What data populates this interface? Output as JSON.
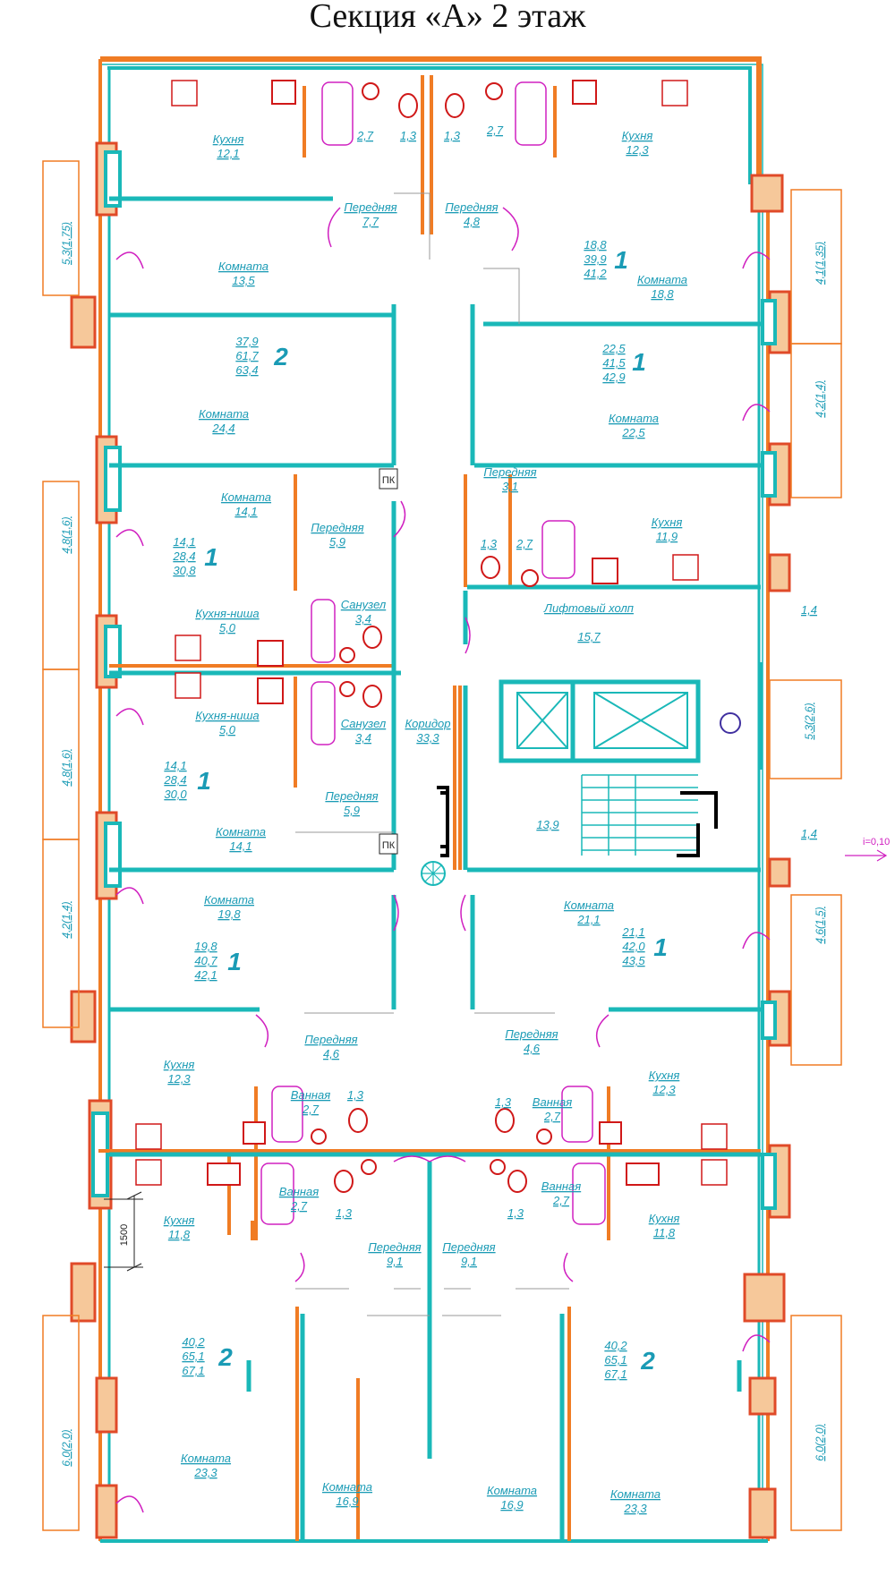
{
  "title": "Секция «А» 2 этаж",
  "rooms": [
    {
      "name": "Кухня",
      "area": "12,1"
    },
    {
      "name": "Кухня",
      "area": "12,3"
    },
    {
      "name": "Передняя",
      "area": "7,7"
    },
    {
      "name": "Передняя",
      "area": "4,8"
    },
    {
      "name": "Комната",
      "area": "13,5"
    },
    {
      "name": "Комната",
      "area": "18,8"
    },
    {
      "name": "Комната",
      "area": "24,4"
    },
    {
      "name": "Комната",
      "area": "22,5"
    },
    {
      "name": "Комната",
      "area": "14,1"
    },
    {
      "name": "Передняя",
      "area": "3,1"
    },
    {
      "name": "Передняя",
      "area": "5,9"
    },
    {
      "name": "Кухня",
      "area": "11,9"
    },
    {
      "name": "Санузел",
      "area": "3,4"
    },
    {
      "name": "Кухня-ниша",
      "area": "5,0"
    },
    {
      "name": "Лифтовый холп",
      "area": "15,7"
    },
    {
      "name": "Кухня-ниша",
      "area": "5,0"
    },
    {
      "name": "Санузел",
      "area": "3,4"
    },
    {
      "name": "Коридор",
      "area": "33,3"
    },
    {
      "name": "Передняя",
      "area": "5,9"
    },
    {
      "name": "Комната",
      "area": "14,1"
    },
    {
      "name": "Комната",
      "area": "19,8"
    },
    {
      "name": "Комната",
      "area": "21,1"
    },
    {
      "name": "Передняя",
      "area": "4,6"
    },
    {
      "name": "Передняя",
      "area": "4,6"
    },
    {
      "name": "Кухня",
      "area": "12,3"
    },
    {
      "name": "Кухня",
      "area": "12,3"
    },
    {
      "name": "Ванная",
      "area": "2,7"
    },
    {
      "name": "Ванная",
      "area": "2,7"
    },
    {
      "name": "Ванная",
      "area": "2,7"
    },
    {
      "name": "Ванная",
      "area": "2,7"
    },
    {
      "name": "Кухня",
      "area": "11,8"
    },
    {
      "name": "Кухня",
      "area": "11,8"
    },
    {
      "name": "Передняя",
      "area": "9,1"
    },
    {
      "name": "Передняя",
      "area": "9,1"
    },
    {
      "name": "Комната",
      "area": "23,3"
    },
    {
      "name": "Комната",
      "area": "16,9"
    },
    {
      "name": "Комната",
      "area": "16,9"
    },
    {
      "name": "Комната",
      "area": "23,3"
    }
  ],
  "small_areas": [
    "2,7",
    "1,3",
    "1,3",
    "2,7",
    "1,3",
    "2,7",
    "1,3",
    "1,3",
    "1,3",
    "1,3",
    "13,9",
    "1,4",
    "1,4"
  ],
  "apartments": [
    {
      "rooms": "1",
      "areas": [
        "18,8",
        "39,9",
        "41,2"
      ]
    },
    {
      "rooms": "2",
      "areas": [
        "37,9",
        "61,7",
        "63,4"
      ]
    },
    {
      "rooms": "1",
      "areas": [
        "22,5",
        "41,5",
        "42,9"
      ]
    },
    {
      "rooms": "1",
      "areas": [
        "14,1",
        "28,4",
        "30,8"
      ]
    },
    {
      "rooms": "1",
      "areas": [
        "14,1",
        "28,4",
        "30,0"
      ]
    },
    {
      "rooms": "1",
      "areas": [
        "19,8",
        "40,7",
        "42,1"
      ]
    },
    {
      "rooms": "1",
      "areas": [
        "21,1",
        "42,0",
        "43,5"
      ]
    },
    {
      "rooms": "2",
      "areas": [
        "40,2",
        "65,1",
        "67,1"
      ]
    },
    {
      "rooms": "2",
      "areas": [
        "40,2",
        "65,1",
        "67,1"
      ]
    }
  ],
  "balconies": [
    "5,3(1,75)",
    "4,1(1,35)",
    "4,2(1,4)",
    "4,8(1,6)",
    "4,8(1,6)",
    "5,3(2,6)",
    "4,2(1,4)",
    "4,6(1,5)",
    "6,0(2,0)",
    "6,0(2,0)"
  ],
  "markers": [
    "ПК",
    "ПК"
  ],
  "dimension": "1500",
  "slope": "i=0,10",
  "colors": {
    "wall_orange": "#f07c24",
    "wall_cyan": "#1ab8b8",
    "text": "#1a9bb5",
    "hatch": "#e04a28",
    "fixture": "#d01818",
    "door": "#d020c0"
  }
}
